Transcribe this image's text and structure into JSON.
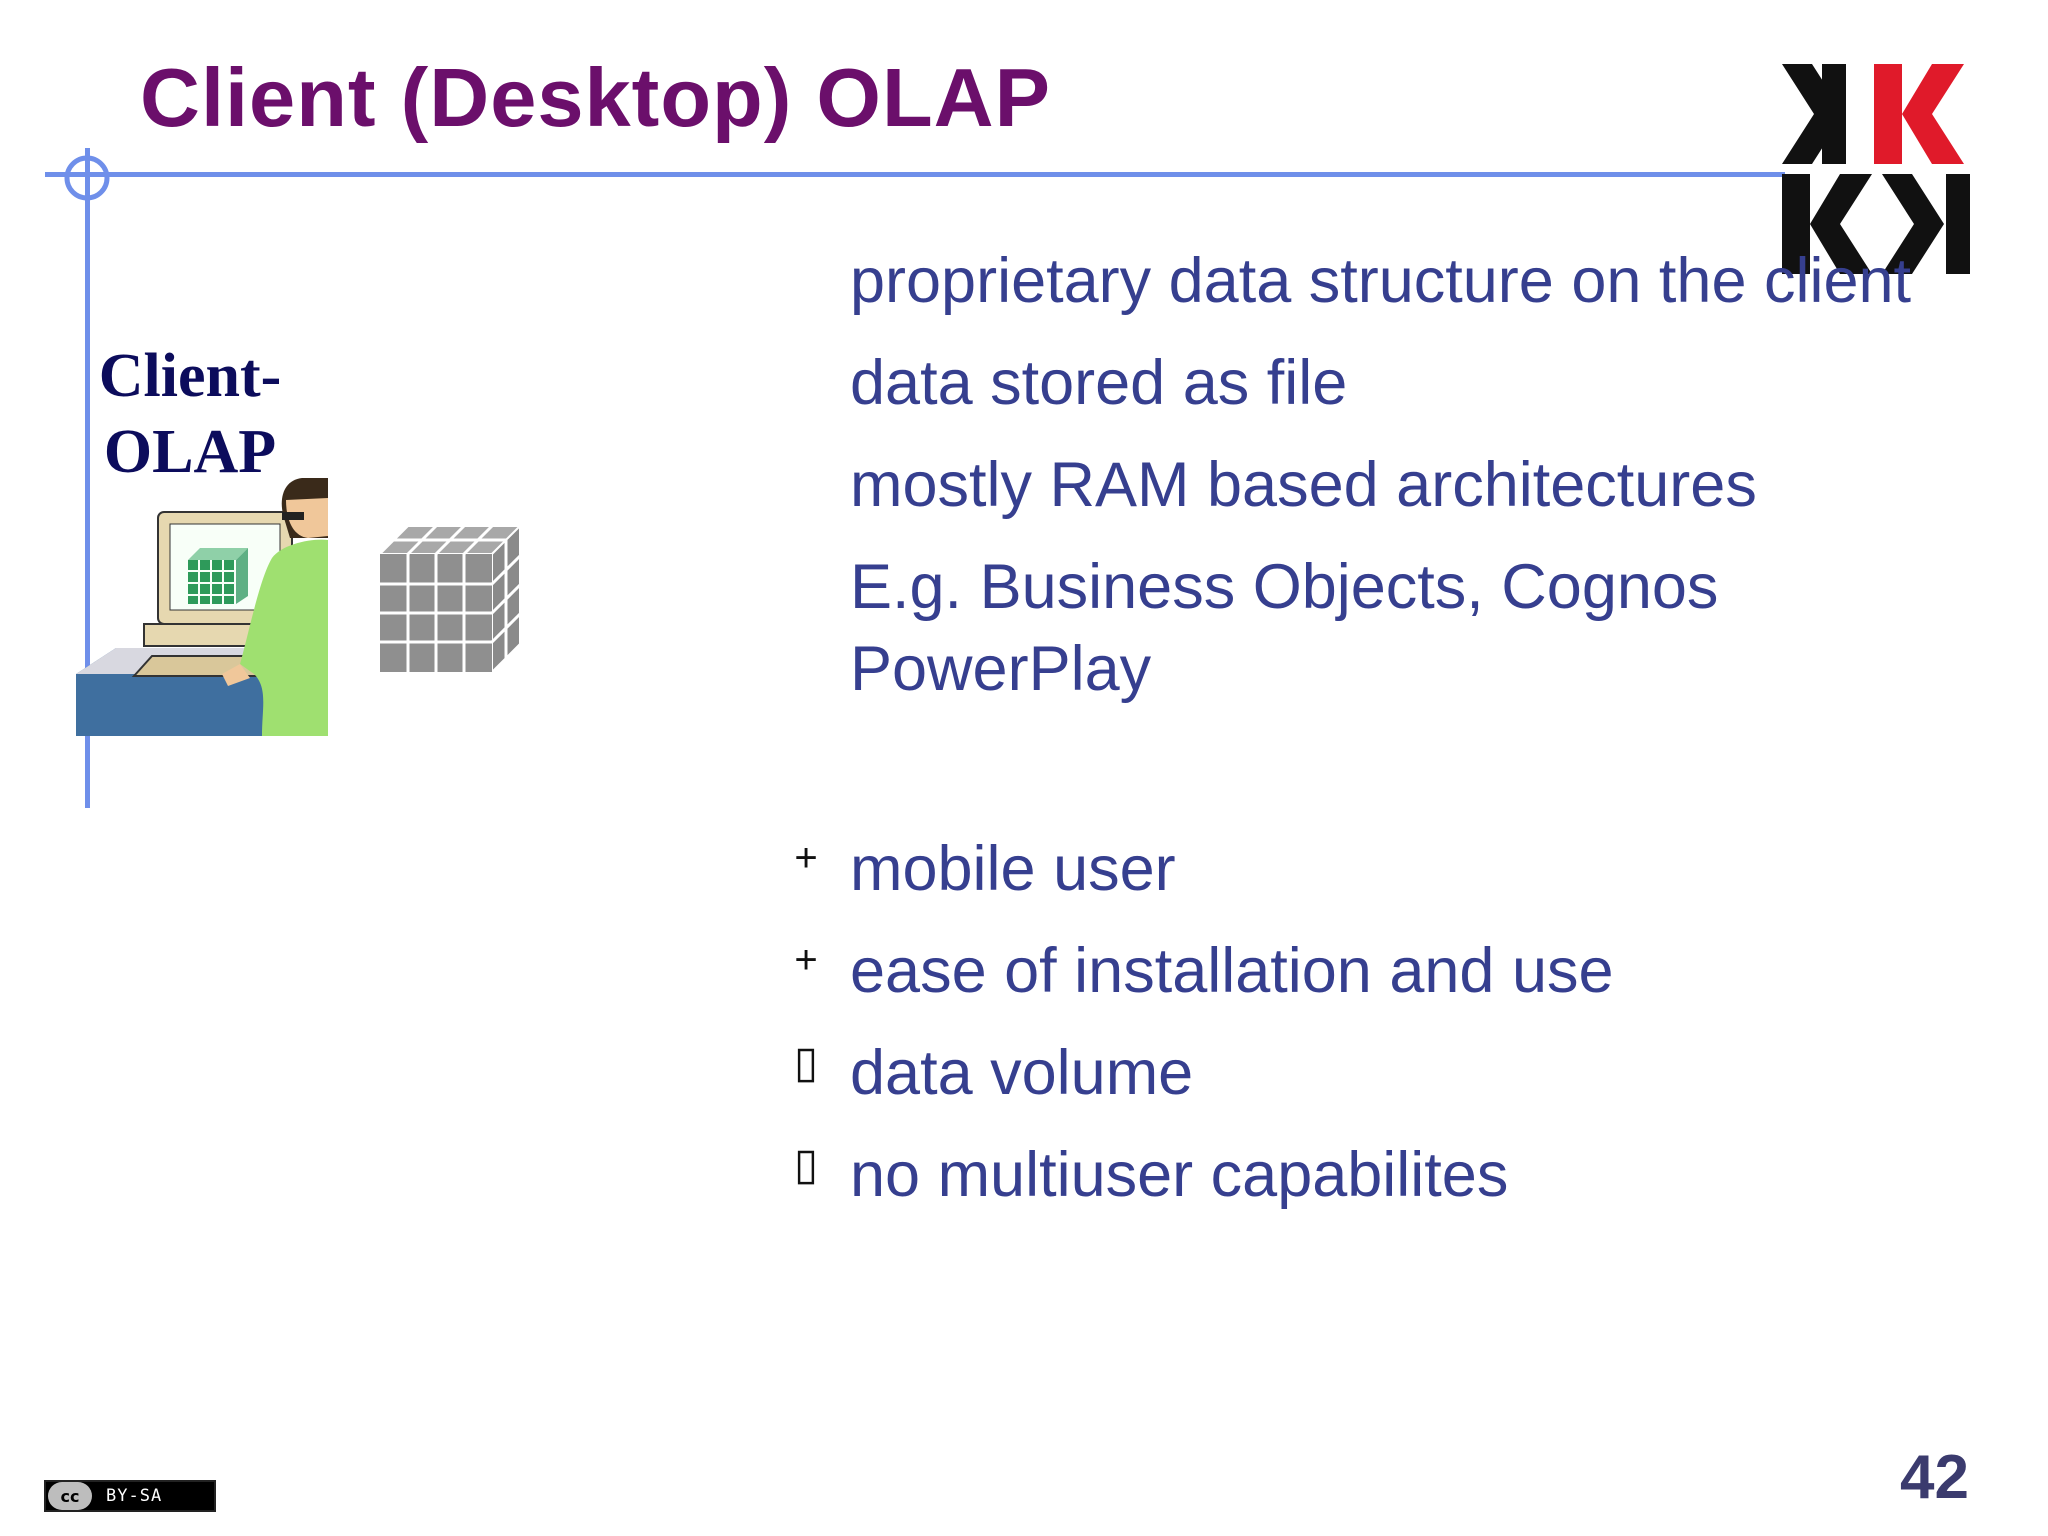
{
  "slide": {
    "title": "Client (Desktop) OLAP",
    "side_label": "Client-\nOLAP",
    "bullets": [
      {
        "marker": "",
        "text": "proprietary data structure on the client"
      },
      {
        "marker": "",
        "text": "data stored as file"
      },
      {
        "marker": "",
        "text": "mostly RAM based architectures"
      },
      {
        "marker": "",
        "text": "E.g. Business Objects, Cognos PowerPlay"
      }
    ],
    "pros_cons": [
      {
        "marker": "+",
        "text": "mobile user"
      },
      {
        "marker": "+",
        "text": "ease of installation and use"
      },
      {
        "marker": "▯",
        "text": "data volume"
      },
      {
        "marker": "▯",
        "text": "no multiuser capabilites"
      }
    ],
    "page_number": "42",
    "license": {
      "cc": "cc",
      "text": "BY-SA"
    }
  },
  "icons": {
    "logo": "kk-logo",
    "illustration": "person-at-computer-icon",
    "cube": "data-cube-icon",
    "crosshair": "crosshair-icon"
  },
  "colors": {
    "title": "#6b0f6b",
    "body_text": "#363f8f",
    "rule": "#6f8fea",
    "logo_red": "#e01a2a",
    "logo_black": "#111111"
  }
}
